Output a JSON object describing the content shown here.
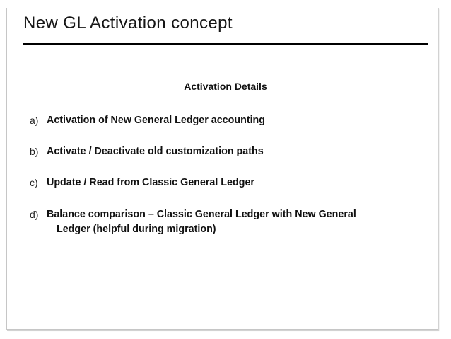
{
  "slide": {
    "title": "New GL Activation concept",
    "heading": "Activation Details",
    "items": [
      {
        "marker": "a)",
        "text": "Activation of New General Ledger accounting"
      },
      {
        "marker": "b)",
        "text": "Activate / Deactivate old customization paths"
      },
      {
        "marker": "c)",
        "text": "Update / Read from Classic General Ledger"
      },
      {
        "marker": "d)",
        "text": "Balance comparison – Classic General Ledger with New General",
        "line2": "Ledger (helpful during migration)"
      }
    ],
    "colors": {
      "background": "#ffffff",
      "title_text": "#161616",
      "body_text": "#111111",
      "frame_border": "#c6c6c6",
      "title_rule": "#000000"
    }
  }
}
